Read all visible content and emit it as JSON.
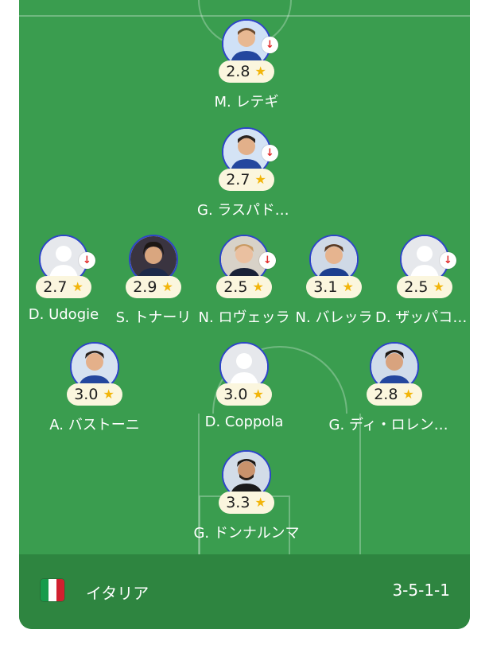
{
  "team": {
    "name": "イタリア",
    "formation": "3-5-1-1",
    "flag_colors": [
      "#169b4b",
      "#ffffff",
      "#d1202f"
    ]
  },
  "players": [
    {
      "id": "retegui",
      "name": "M. レテギ",
      "rating": "2.8",
      "photo": "player-photo",
      "substituted": true
    },
    {
      "id": "raspadori",
      "name": "G. ラスパドーリ",
      "rating": "2.7",
      "photo": "player-photo",
      "substituted": true
    },
    {
      "id": "udogie",
      "name": "D. Udogie",
      "rating": "2.7",
      "photo": "placeholder",
      "substituted": true
    },
    {
      "id": "tonali",
      "name": "S. トナーリ",
      "rating": "2.9",
      "photo": "player-photo",
      "substituted": false
    },
    {
      "id": "rovella",
      "name": "N. ロヴェッラ",
      "rating": "2.5",
      "photo": "player-photo",
      "substituted": true
    },
    {
      "id": "barella",
      "name": "N. バレッラ",
      "rating": "3.1",
      "photo": "player-photo",
      "substituted": false
    },
    {
      "id": "zappacosta",
      "name": "D. ザッパコスタ",
      "rating": "2.5",
      "photo": "placeholder",
      "substituted": true
    },
    {
      "id": "bastoni",
      "name": "A. バストーニ",
      "rating": "3.0",
      "photo": "player-photo",
      "substituted": false
    },
    {
      "id": "coppola",
      "name": "D. Coppola",
      "rating": "3.0",
      "photo": "placeholder",
      "substituted": false
    },
    {
      "id": "dilorenzo",
      "name": "G. ディ・ロレンツォ",
      "rating": "2.8",
      "photo": "player-photo",
      "substituted": false
    },
    {
      "id": "donnarumma",
      "name": "G. ドンナルンマ",
      "rating": "3.3",
      "photo": "player-photo",
      "substituted": false
    }
  ],
  "icons": {
    "substitution": "arrow-down-icon",
    "star": "star-icon"
  },
  "colors": {
    "pitch": "#3a9d4f",
    "footer": "#2e8540",
    "avatar_ring": "#2d44c8",
    "sub_arrow": "#e12b2b",
    "star": "#f2b50a",
    "rating_bg": "#fbf6de"
  }
}
